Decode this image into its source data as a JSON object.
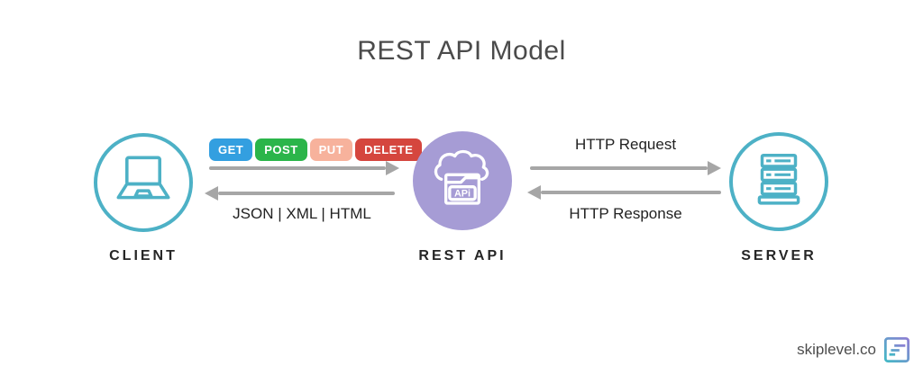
{
  "title": "REST API Model",
  "nodes": {
    "client": {
      "label": "CLIENT"
    },
    "rest_api": {
      "label": "REST API",
      "icon_text": "APi"
    },
    "server": {
      "label": "SERVER"
    }
  },
  "client_api_link": {
    "methods": [
      {
        "label": "GET",
        "color": "#339fe0"
      },
      {
        "label": "POST",
        "color": "#2bb54a"
      },
      {
        "label": "PUT",
        "color": "#f7b29c"
      },
      {
        "label": "DELETE",
        "color": "#d5463e"
      }
    ],
    "response_formats": "JSON | XML | HTML"
  },
  "api_server_link": {
    "request_label": "HTTP Request",
    "response_label": "HTTP Response"
  },
  "footer": {
    "brand": "skiplevel.co"
  },
  "colors": {
    "teal": "#4db1c6",
    "purple": "#a69cd5",
    "arrow": "#a6a6a6",
    "title_text": "#4b4b4b",
    "label_text": "#262626"
  }
}
